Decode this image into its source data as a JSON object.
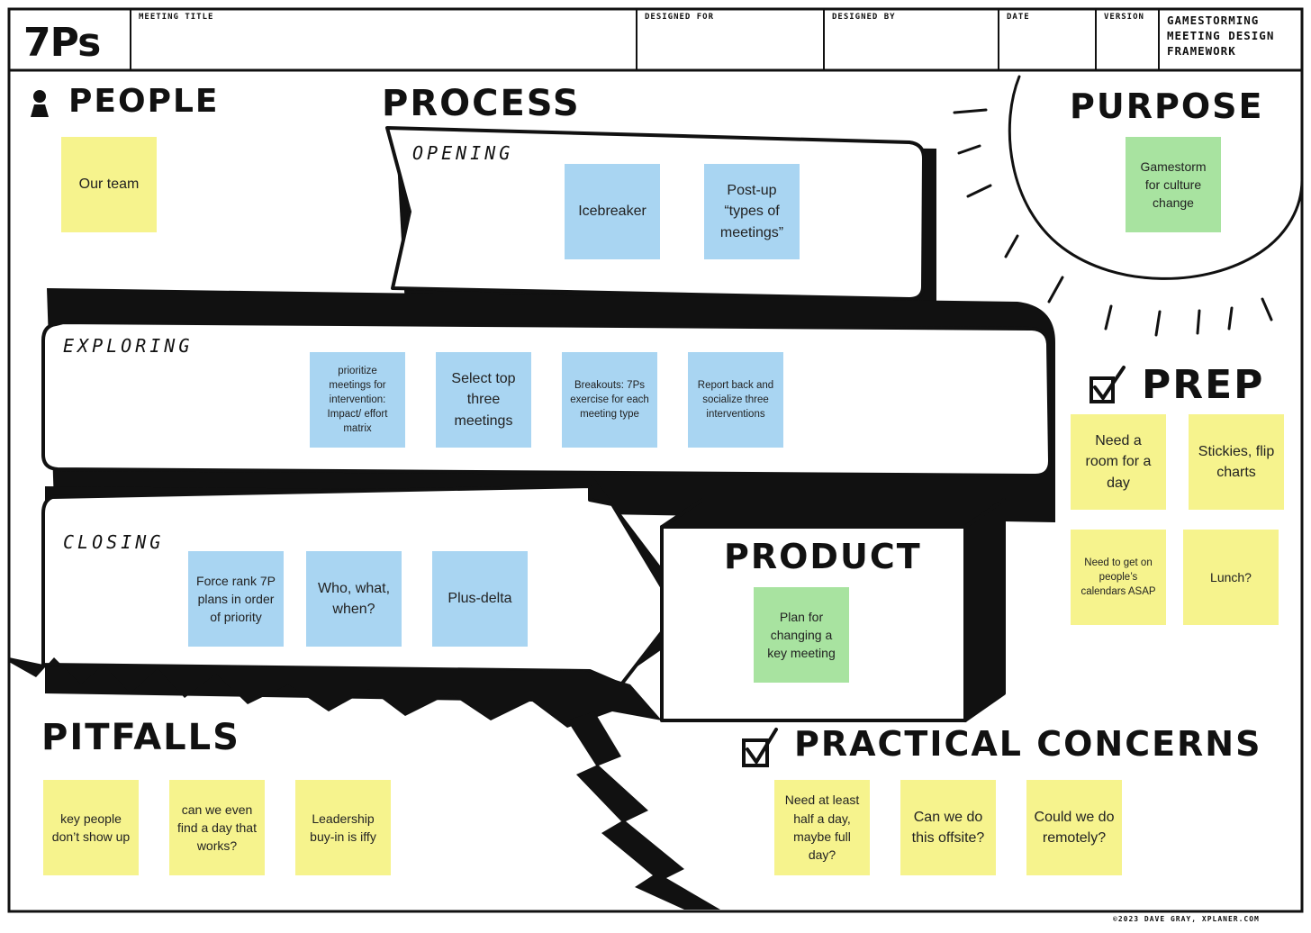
{
  "header": {
    "title": "7Ps",
    "meeting_title_label": "MEETING TITLE",
    "designed_for_label": "DESIGNED FOR",
    "designed_by_label": "DESIGNED BY",
    "date_label": "DATE",
    "version_label": "VERSION",
    "framework_line1": "GAMESTORMING",
    "framework_line2": "MEETING DESIGN",
    "framework_line3": "FRAMEWORK"
  },
  "sections": {
    "people": "PEOPLE",
    "process": "PROCESS",
    "purpose": "PURPOSE",
    "prep": "PREP",
    "product": "PRODUCT",
    "pitfalls": "PITFALLS",
    "practical_concerns": "PRACTICAL CONCERNS"
  },
  "process_stages": {
    "opening": "OPENING",
    "exploring": "EXPLORING",
    "closing": "CLOSING"
  },
  "notes": {
    "people": [
      "Our team"
    ],
    "purpose": [
      "Gamestorm for culture change"
    ],
    "opening": [
      "Icebreaker",
      "Post-up “types of meetings”"
    ],
    "exploring": [
      "prioritize meetings for intervention: Impact/ effort matrix",
      "Select top three meetings",
      "Breakouts: 7Ps exercise for each meeting type",
      "Report back and socialize three interventions"
    ],
    "closing": [
      "Force rank 7P plans in order of priority",
      "Who, what, when?",
      "Plus-delta"
    ],
    "product": [
      "Plan for changing a key meeting"
    ],
    "prep": [
      "Need a room for a day",
      "Stickies, flip charts",
      "Need to get on people’s calendars ASAP",
      "Lunch?"
    ],
    "pitfalls": [
      "key people don’t show up",
      "can we even find a day that works?",
      "Leadership buy-in is iffy"
    ],
    "practical_concerns": [
      "Need at least half a day, maybe full day?",
      "Can we do this offsite?",
      "Could we do remotely?"
    ]
  },
  "colors": {
    "yellow_note": "#f6f38d",
    "blue_note": "#a9d5f2",
    "green_note": "#a8e3a0",
    "ink": "#111111"
  },
  "icons": [
    "person-icon",
    "checkbox-icon",
    "sun-icon",
    "lightning-icon"
  ],
  "footer": {
    "copyright": "©2023 DAVE GRAY, XPLANER.COM"
  }
}
